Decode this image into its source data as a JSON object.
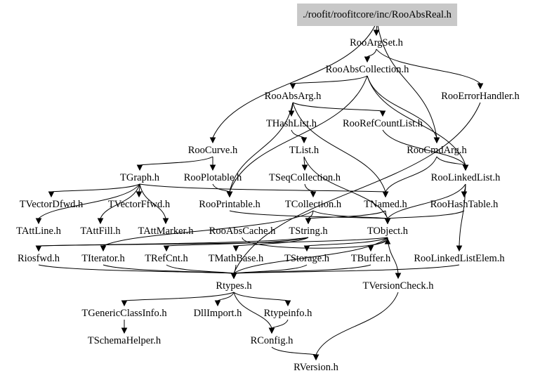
{
  "diagram": {
    "type": "include-dependency-graph",
    "root": "./roofit/roofitcore/inc/RooAbsReal.h",
    "nodes": [
      {
        "id": "RooAbsReal",
        "label": "./roofit/roofitcore/inc/RooAbsReal.h",
        "root": true
      },
      {
        "id": "RooArgSet",
        "label": "RooArgSet.h"
      },
      {
        "id": "RooAbsCollection",
        "label": "RooAbsCollection.h"
      },
      {
        "id": "RooAbsArg",
        "label": "RooAbsArg.h"
      },
      {
        "id": "RooErrorHandler",
        "label": "RooErrorHandler.h"
      },
      {
        "id": "THashList",
        "label": "THashList.h"
      },
      {
        "id": "RooRefCountList",
        "label": "RooRefCountList.h"
      },
      {
        "id": "RooCurve",
        "label": "RooCurve.h"
      },
      {
        "id": "TList",
        "label": "TList.h"
      },
      {
        "id": "RooCmdArg",
        "label": "RooCmdArg.h"
      },
      {
        "id": "TGraph",
        "label": "TGraph.h"
      },
      {
        "id": "RooPlotable",
        "label": "RooPlotable.h"
      },
      {
        "id": "TSeqCollection",
        "label": "TSeqCollection.h"
      },
      {
        "id": "RooLinkedList",
        "label": "RooLinkedList.h"
      },
      {
        "id": "TVectorDfwd",
        "label": "TVectorDfwd.h"
      },
      {
        "id": "TVectorFfwd",
        "label": "TVectorFfwd.h"
      },
      {
        "id": "RooPrintable",
        "label": "RooPrintable.h"
      },
      {
        "id": "TCollection",
        "label": "TCollection.h"
      },
      {
        "id": "TNamed",
        "label": "TNamed.h"
      },
      {
        "id": "RooHashTable",
        "label": "RooHashTable.h"
      },
      {
        "id": "TAttLine",
        "label": "TAttLine.h"
      },
      {
        "id": "TAttFill",
        "label": "TAttFill.h"
      },
      {
        "id": "TAttMarker",
        "label": "TAttMarker.h"
      },
      {
        "id": "RooAbsCache",
        "label": "RooAbsCache.h"
      },
      {
        "id": "TString",
        "label": "TString.h"
      },
      {
        "id": "TObject",
        "label": "TObject.h"
      },
      {
        "id": "Riosfwd",
        "label": "Riosfwd.h"
      },
      {
        "id": "TIterator",
        "label": "TIterator.h"
      },
      {
        "id": "TRefCnt",
        "label": "TRefCnt.h"
      },
      {
        "id": "TMathBase",
        "label": "TMathBase.h"
      },
      {
        "id": "TStorage",
        "label": "TStorage.h"
      },
      {
        "id": "TBuffer",
        "label": "TBuffer.h"
      },
      {
        "id": "RooLinkedListElem",
        "label": "RooLinkedListElem.h"
      },
      {
        "id": "Rtypes",
        "label": "Rtypes.h"
      },
      {
        "id": "TVersionCheck",
        "label": "TVersionCheck.h"
      },
      {
        "id": "TGenericClassInfo",
        "label": "TGenericClassInfo.h"
      },
      {
        "id": "DllImport",
        "label": "DllImport.h"
      },
      {
        "id": "Rtypeinfo",
        "label": "Rtypeinfo.h"
      },
      {
        "id": "TSchemaHelper",
        "label": "TSchemaHelper.h"
      },
      {
        "id": "RConfig",
        "label": "RConfig.h"
      },
      {
        "id": "RVersion",
        "label": "RVersion.h"
      }
    ],
    "edges": [
      [
        "RooAbsReal",
        "RooArgSet"
      ],
      [
        "RooAbsReal",
        "RooCurve"
      ],
      [
        "RooAbsReal",
        "RooCmdArg"
      ],
      [
        "RooArgSet",
        "RooAbsCollection"
      ],
      [
        "RooArgSet",
        "RooErrorHandler"
      ],
      [
        "RooAbsCollection",
        "RooAbsArg"
      ],
      [
        "RooAbsCollection",
        "RooLinkedList"
      ],
      [
        "RooAbsCollection",
        "RooCmdArg"
      ],
      [
        "RooAbsCollection",
        "RooPrintable"
      ],
      [
        "RooAbsArg",
        "THashList"
      ],
      [
        "RooAbsArg",
        "RooRefCountList"
      ],
      [
        "RooAbsArg",
        "TNamed"
      ],
      [
        "RooAbsArg",
        "RooPrintable"
      ],
      [
        "THashList",
        "TList"
      ],
      [
        "TList",
        "TSeqCollection"
      ],
      [
        "TList",
        "TObject"
      ],
      [
        "TSeqCollection",
        "TCollection"
      ],
      [
        "TCollection",
        "TObject"
      ],
      [
        "TCollection",
        "TString"
      ],
      [
        "TCollection",
        "TIterator"
      ],
      [
        "RooRefCountList",
        "RooLinkedList"
      ],
      [
        "RooCurve",
        "TGraph"
      ],
      [
        "RooCurve",
        "RooPlotable"
      ],
      [
        "TGraph",
        "TVectorDfwd"
      ],
      [
        "TGraph",
        "TVectorFfwd"
      ],
      [
        "TGraph",
        "TAttLine"
      ],
      [
        "TGraph",
        "TAttFill"
      ],
      [
        "TGraph",
        "TAttMarker"
      ],
      [
        "TGraph",
        "TNamed"
      ],
      [
        "RooPlotable",
        "RooPrintable"
      ],
      [
        "RooPrintable",
        "TObject"
      ],
      [
        "RooCmdArg",
        "TNamed"
      ],
      [
        "RooCmdArg",
        "RooLinkedList"
      ],
      [
        "RooLinkedList",
        "RooHashTable"
      ],
      [
        "RooLinkedList",
        "RooLinkedListElem"
      ],
      [
        "RooLinkedList",
        "TObject"
      ],
      [
        "RooHashTable",
        "TObject"
      ],
      [
        "TNamed",
        "TObject"
      ],
      [
        "TNamed",
        "TString"
      ],
      [
        "TString",
        "TRefCnt"
      ],
      [
        "TString",
        "TMathBase"
      ],
      [
        "TString",
        "Riosfwd"
      ],
      [
        "TObject",
        "Rtypes"
      ],
      [
        "TObject",
        "TStorage"
      ],
      [
        "TObject",
        "TBuffer"
      ],
      [
        "TObject",
        "Riosfwd"
      ],
      [
        "TObject",
        "TVersionCheck"
      ],
      [
        "RooAbsCache",
        "TObject"
      ],
      [
        "Riosfwd",
        "Rtypes"
      ],
      [
        "TIterator",
        "Rtypes"
      ],
      [
        "TRefCnt",
        "Rtypes"
      ],
      [
        "TMathBase",
        "Rtypes"
      ],
      [
        "TStorage",
        "Rtypes"
      ],
      [
        "TBuffer",
        "Rtypes"
      ],
      [
        "RooErrorHandler",
        "Rtypes"
      ],
      [
        "RooLinkedListElem",
        "Rtypes"
      ],
      [
        "Rtypes",
        "TGenericClassInfo"
      ],
      [
        "Rtypes",
        "DllImport"
      ],
      [
        "Rtypes",
        "Rtypeinfo"
      ],
      [
        "Rtypes",
        "RConfig"
      ],
      [
        "TGenericClassInfo",
        "TSchemaHelper"
      ],
      [
        "Rtypeinfo",
        "RConfig"
      ],
      [
        "RConfig",
        "RVersion"
      ],
      [
        "TVersionCheck",
        "RVersion"
      ]
    ]
  }
}
